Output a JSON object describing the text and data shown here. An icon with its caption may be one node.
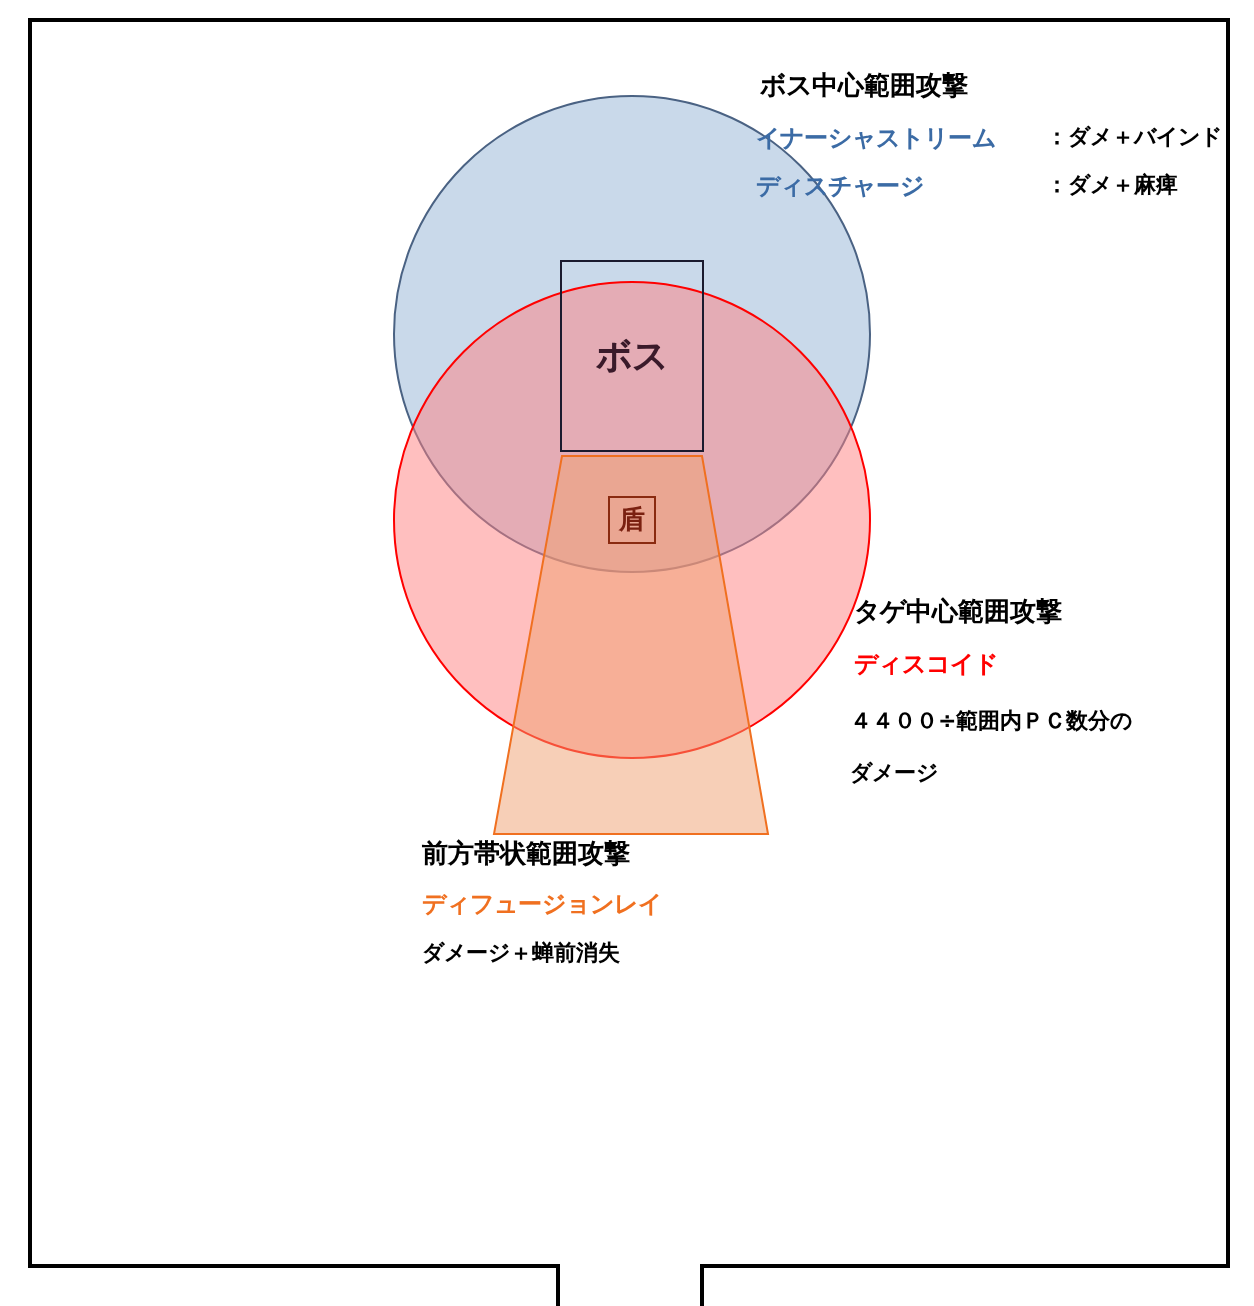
{
  "diagram": {
    "nodes": [
      {
        "text": [
          "ボス"
        ]
      },
      {
        "text": [
          "盾"
        ]
      }
    ],
    "edges": [],
    "labels": [
      "ボス中心範囲攻撃",
      "イナーシャストリーム",
      "：ダメ＋バインド",
      "ディスチャージ",
      "：ダメ＋麻痺",
      "タゲ中心範囲攻撃",
      "ディスコイド",
      "４４００÷範囲内ＰＣ数分のダメージ",
      "前方帯状範囲攻撃",
      "ディフュージョンレイ",
      "ダメージ＋蝉前消失"
    ]
  }
}
